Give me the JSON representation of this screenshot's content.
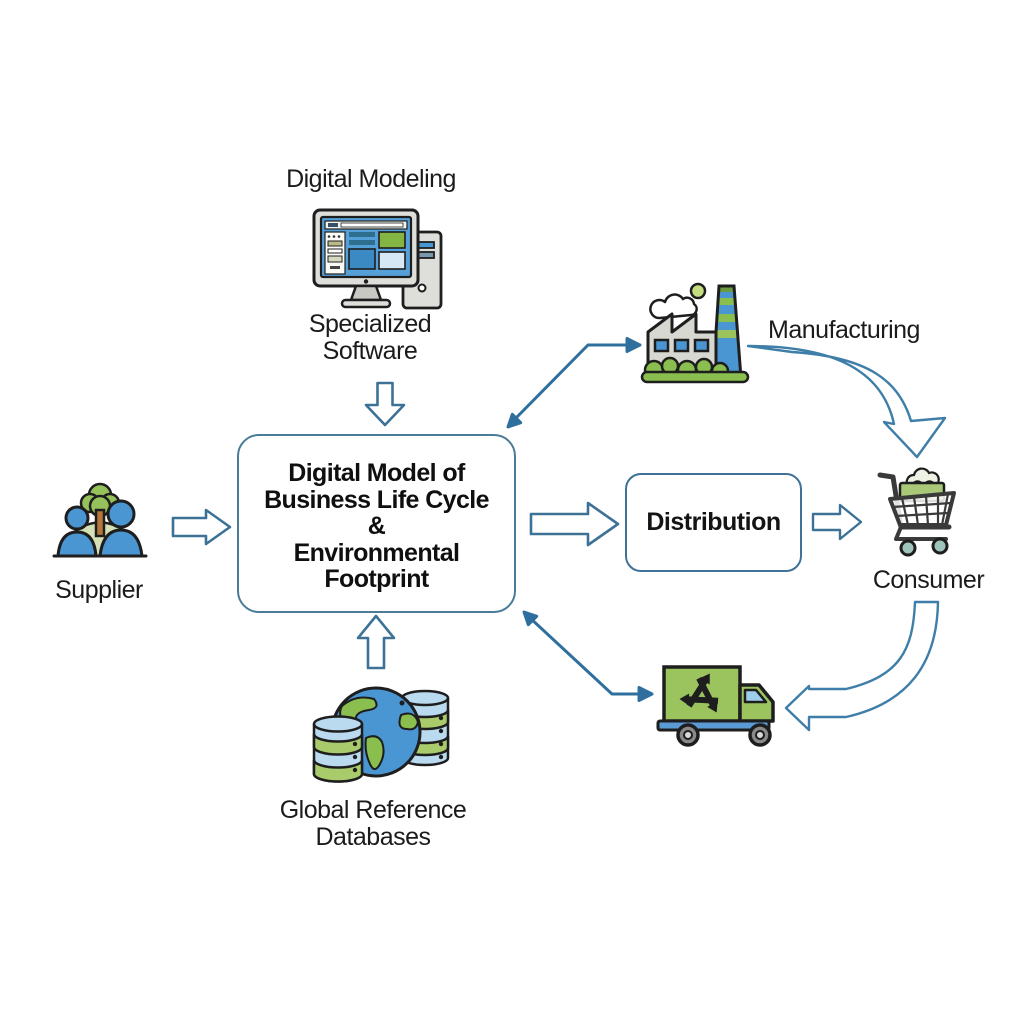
{
  "diagram": {
    "center_box": {
      "lines": [
        "Digital Model of",
        "Business Life Cycle",
        "&",
        "Environmental Footprint"
      ]
    },
    "nodes": {
      "digital_modeling": {
        "label": "Digital Modeling",
        "icon": "computer-workstation-icon"
      },
      "specialized_software": {
        "lines": [
          "Specialized",
          "Software"
        ]
      },
      "supplier": {
        "label": "Supplier",
        "icon": "supplier-people-tree-icon"
      },
      "manufacturing": {
        "label": "Manufacturing",
        "icon": "factory-icon"
      },
      "distribution": {
        "label": "Distribution"
      },
      "consumer": {
        "label": "Consumer",
        "icon": "shopping-cart-icon"
      },
      "recycling": {
        "icon": "recycling-truck-icon"
      },
      "global_databases": {
        "lines": [
          "Global Reference",
          "Databases"
        ],
        "icon": "globe-databases-icon"
      }
    },
    "colors": {
      "arrow_thin": "#2f6f9e",
      "arrow_block_outline": "#3d7296",
      "ribbon_outline": "#3f7ea8",
      "box_border": "#4a7c98",
      "text": "#1b1b1b",
      "icon_blue": "#4a96d2",
      "icon_green": "#8abf4f",
      "icon_light_green": "#d6e0b6",
      "icon_gray": "#d8d8d2",
      "db_light_blue": "#badbef"
    }
  }
}
